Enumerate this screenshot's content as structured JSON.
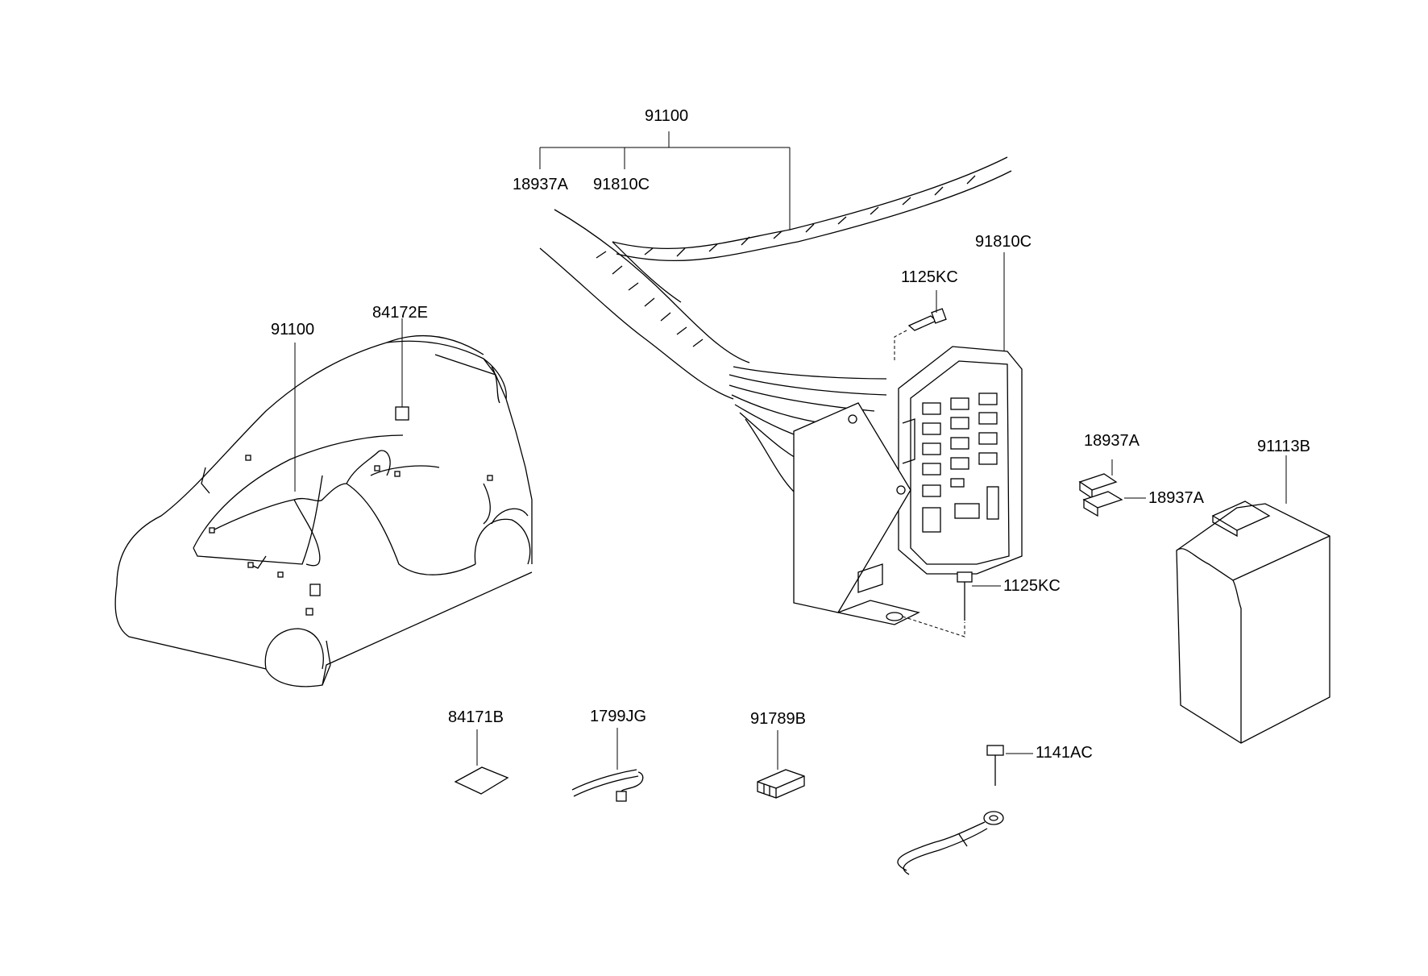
{
  "labels": {
    "harness_top": "91100",
    "clip_top": "18937A",
    "fuse_block_top": "91810C",
    "fuse_block_callout": "91810C",
    "bolt_upper": "1125KC",
    "bolt_lower": "1125KC",
    "harness_vehicle": "91100",
    "pad_vehicle": "84172E",
    "clip_a": "18937A",
    "clip_b": "18937A",
    "cover": "91113B",
    "pad": "84171B",
    "cable": "1799JG",
    "connector": "91789B",
    "ground_bolt": "1141AC"
  }
}
